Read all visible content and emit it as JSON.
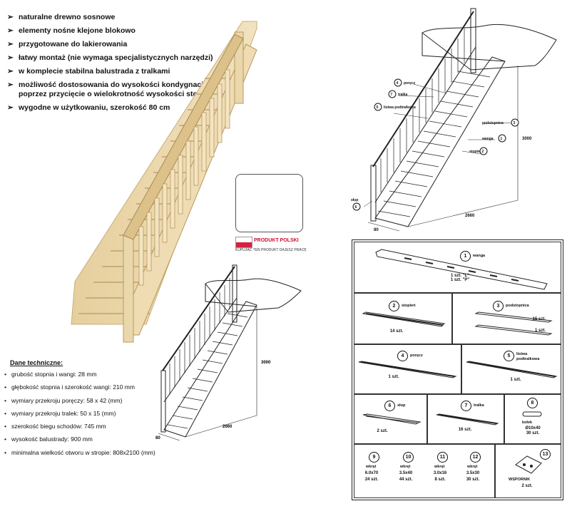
{
  "features": [
    "naturalne drewno sosnowe",
    "elementy nośne klejone blokowo",
    "przygotowane do lakierowania",
    "łatwy montaż (nie wymaga specjalistycznych narzędzi)",
    "w komplecie stabilna balustrada z tralkami",
    "możliwość dostosowania do wysokości kondygnacji\npoprzez przycięcie o wielokrotność wysokości stopnia",
    "wygodne w użytkowaniu, szerokość 80 cm"
  ],
  "polish_badge": {
    "brand": "PRODUKT POLSKI",
    "slogan": "KUPUJĄC TEN PRODUKT DAJESZ PRACĘ",
    "flag_colors": [
      "#ffffff",
      "#d4213d"
    ]
  },
  "tech": {
    "title": "Dane techniczne:",
    "items": [
      "grubość stopnia i wangi: 28 mm",
      "głębokość stopnia i szerokość wangi: 210 mm",
      "wymiary przekroju poręczy: 58 x 42 (mm)",
      "wymiary przekroju tralek: 50 x 15 (mm)",
      "szerokość biegu schodów: 745 mm",
      "wysokość balustrady: 900 mm",
      "minimalna wielkość otworu w stropie: 808x2100 (mm)"
    ]
  },
  "small_drawing": {
    "height": "3000",
    "width": "80",
    "length": "2660"
  },
  "large_drawing": {
    "labels": [
      "poręcz",
      "tralka",
      "listwa podtralkowa",
      "podstopnica",
      "wanga",
      "stopień",
      "słup"
    ],
    "numbers": [
      "4",
      "7",
      "5",
      "3",
      "1",
      "2",
      "6"
    ],
    "height": "3000",
    "width": "80",
    "length": "2660"
  },
  "parts": [
    {
      "num": "1",
      "name": "wanga",
      "qty": "1 szt. \"L\"\n1 szt. \"P\""
    },
    {
      "num": "2",
      "name": "stopień",
      "qty": "14 szt."
    },
    {
      "num": "3",
      "name": "podstopnica",
      "qty": "15 szt.\n1 szt."
    },
    {
      "num": "4",
      "name": "poręcz",
      "qty": "1 szt."
    },
    {
      "num": "5",
      "name": "listwa podtralkowa",
      "qty": "1 szt."
    },
    {
      "num": "6",
      "name": "słup",
      "qty": "2 szt."
    },
    {
      "num": "7",
      "name": "tralka",
      "qty": "16 szt."
    },
    {
      "num": "8",
      "name": "kołek",
      "qty": "Ø10x40\n30 szt."
    },
    {
      "num": "9",
      "name": "wkręt",
      "qty": "6.0x70\n24 szt."
    },
    {
      "num": "10",
      "name": "wkręt",
      "qty": "3.5x40\n44 szt."
    },
    {
      "num": "11",
      "name": "wkręt",
      "qty": "3.0x16\n8 szt."
    },
    {
      "num": "12",
      "name": "wkręt",
      "qty": "3.5x30\n30 szt."
    },
    {
      "num": "13",
      "name": "WSPORNIK",
      "qty": "2 szt."
    }
  ]
}
